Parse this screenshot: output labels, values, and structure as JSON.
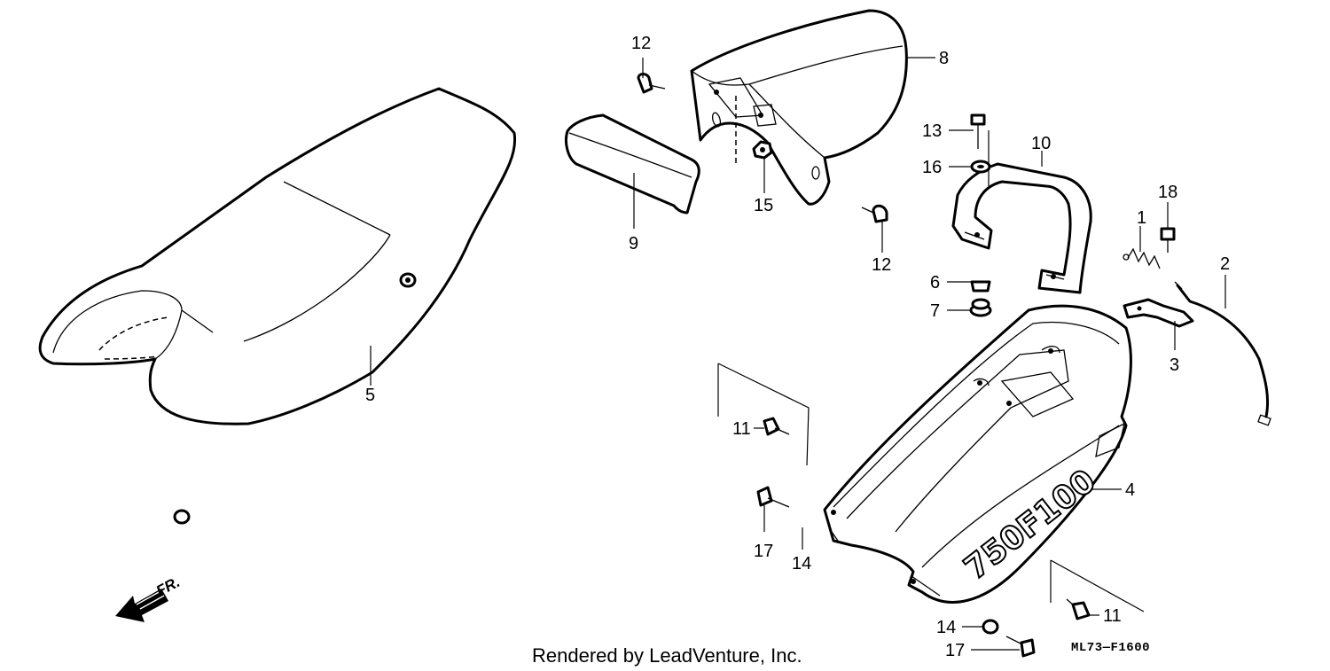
{
  "callouts": [
    {
      "id": "1",
      "label": "1"
    },
    {
      "id": "2",
      "label": "2"
    },
    {
      "id": "3",
      "label": "3"
    },
    {
      "id": "4",
      "label": "4"
    },
    {
      "id": "5",
      "label": "5"
    },
    {
      "id": "6",
      "label": "6"
    },
    {
      "id": "7",
      "label": "7"
    },
    {
      "id": "8",
      "label": "8"
    },
    {
      "id": "9",
      "label": "9"
    },
    {
      "id": "10",
      "label": "10"
    },
    {
      "id": "11a",
      "label": "11"
    },
    {
      "id": "11b",
      "label": "11"
    },
    {
      "id": "12a",
      "label": "12"
    },
    {
      "id": "12b",
      "label": "12"
    },
    {
      "id": "13",
      "label": "13"
    },
    {
      "id": "14a",
      "label": "14"
    },
    {
      "id": "14b",
      "label": "14"
    },
    {
      "id": "15",
      "label": "15"
    },
    {
      "id": "16",
      "label": "16"
    },
    {
      "id": "17a",
      "label": "17"
    },
    {
      "id": "17b",
      "label": "17"
    },
    {
      "id": "18",
      "label": "18"
    }
  ],
  "direction_label": "FR.",
  "decal_text": "750F100",
  "diagram_code": "ML73—F1600",
  "credit": "Rendered by LeadVenture, Inc."
}
